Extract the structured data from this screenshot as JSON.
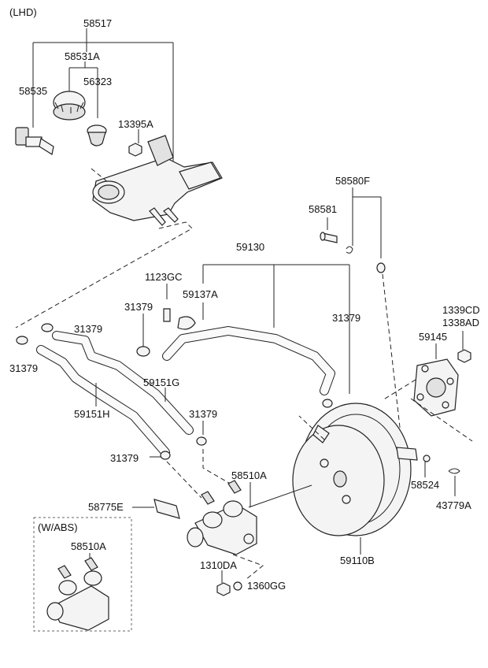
{
  "drive_side": "(LHD)",
  "abs_box_title": "(W/ABS)",
  "labels": {
    "p58517": "58517",
    "p58531A": "58531A",
    "p58535": "58535",
    "p56323": "56323",
    "p13395A": "13395A",
    "p58580F": "58580F",
    "p58581": "58581",
    "p59130": "59130",
    "p1123GC": "1123GC",
    "p31379_a": "31379",
    "p59137A": "59137A",
    "p31379_b": "31379",
    "p31379_c": "31379",
    "p31379_d": "31379",
    "p1339CD": "1339CD",
    "p1338AD": "1338AD",
    "p59145": "59145",
    "p59151G": "59151G",
    "p59151H": "59151H",
    "p31379_e": "31379",
    "p31379_f": "31379",
    "p58510A": "58510A",
    "p58775E": "58775E",
    "p58510A_abs": "58510A",
    "p58524": "58524",
    "p43779A": "43779A",
    "p1310DA": "1310DA",
    "p1360GG": "1360GG",
    "p59110B": "59110B"
  }
}
